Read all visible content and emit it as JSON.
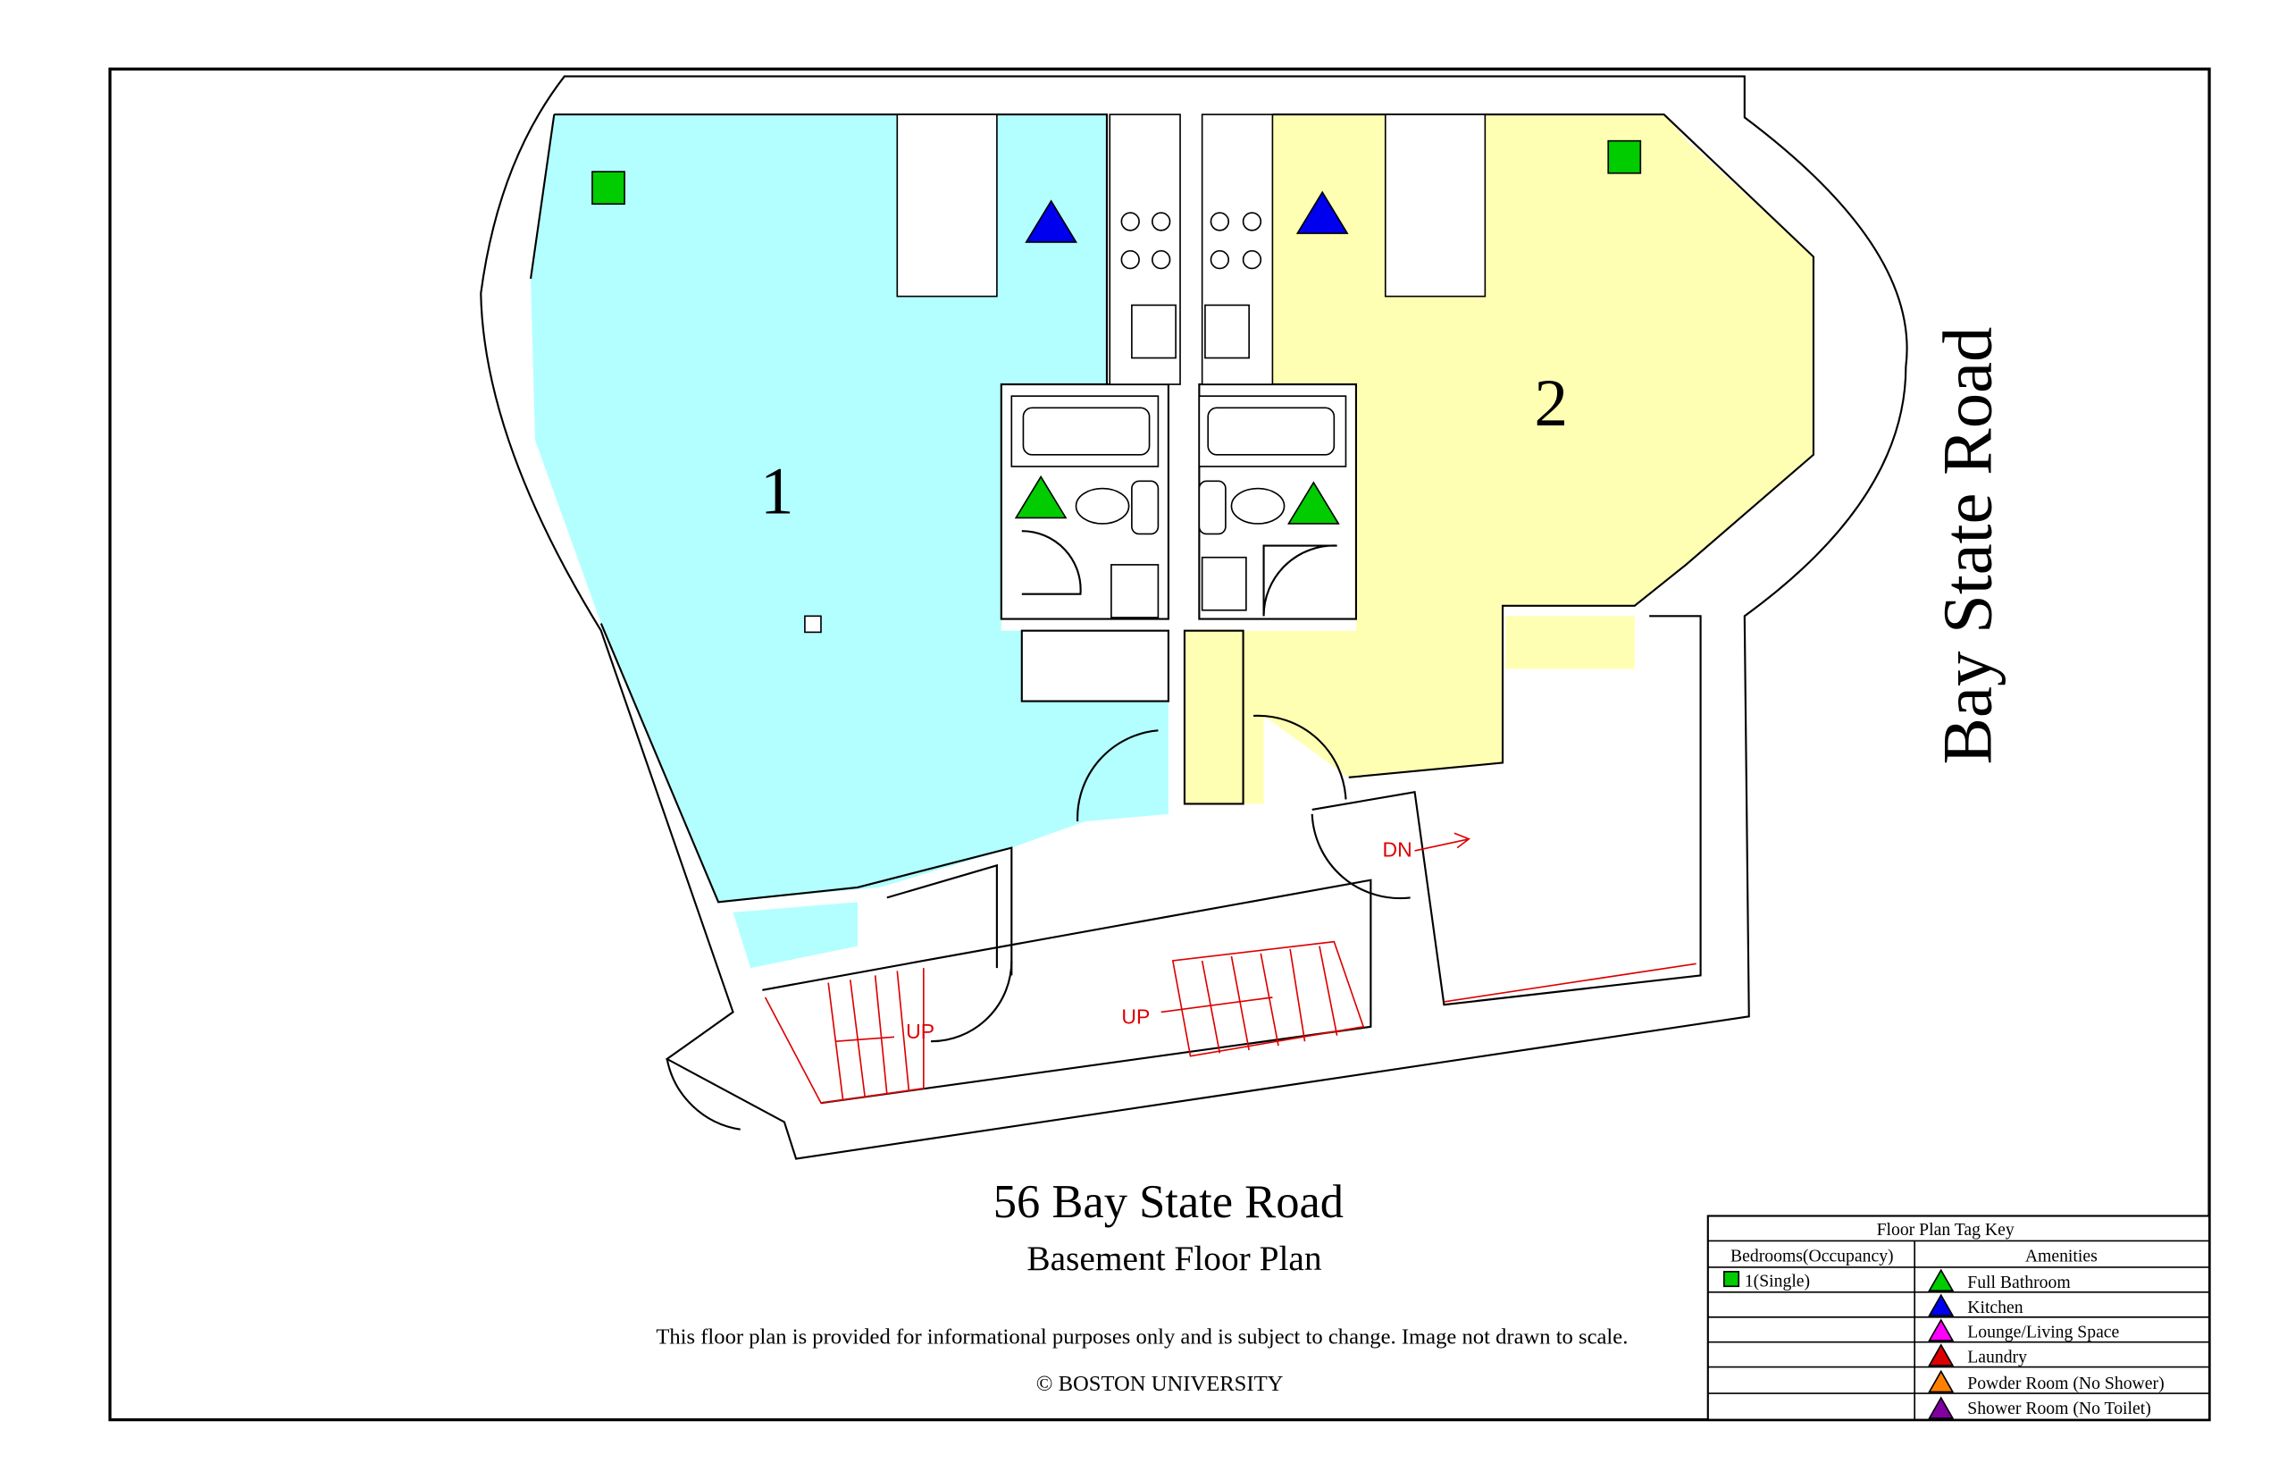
{
  "plan": {
    "street_label": "Bay State Road",
    "rooms": [
      {
        "number": "1",
        "color": "#b3ffff",
        "occupancy": "1(Single)"
      },
      {
        "number": "2",
        "color": "#ffffb3",
        "occupancy": "1(Single)"
      }
    ],
    "stair_labels": {
      "up_left": "UP",
      "up_center": "UP",
      "down": "DN"
    }
  },
  "titles": {
    "building": "56 Bay State Road",
    "floor": "Basement Floor Plan",
    "disclaimer": "This floor plan is provided for informational purposes only and is subject to change. Image not drawn to scale.",
    "copyright": "© BOSTON UNIVERSITY"
  },
  "legend": {
    "title": "Floor Plan Tag Key",
    "bedrooms_header": "Bedrooms(Occupancy)",
    "amenities_header": "Amenities",
    "bedrooms": [
      {
        "label": "1(Single)",
        "color": "#00cc00"
      }
    ],
    "amenities": [
      {
        "label": "Full Bathroom",
        "color": "#00cc00"
      },
      {
        "label": "Kitchen",
        "color": "#0000ee"
      },
      {
        "label": "Lounge/Living Space",
        "color": "#ff00ff"
      },
      {
        "label": "Laundry",
        "color": "#dd0000"
      },
      {
        "label": "Powder Room (No Shower)",
        "color": "#ff8000"
      },
      {
        "label": "Shower Room (No Toilet)",
        "color": "#8000a0"
      }
    ]
  }
}
